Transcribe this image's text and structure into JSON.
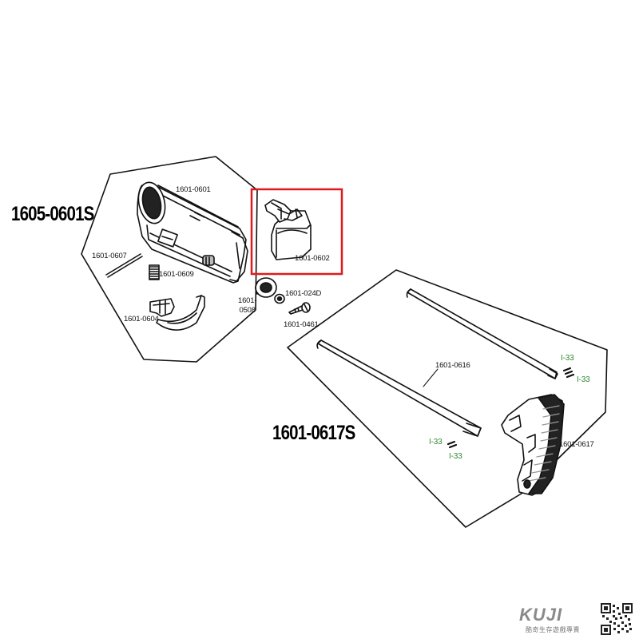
{
  "assemblies": {
    "buffer_tube_assembly": "1605-0601S",
    "stock_assembly": "1601-0617S"
  },
  "parts": {
    "p0601": "1601-0601",
    "p0602": "1601-0602",
    "p0607": "1601-0607",
    "p0609": "1601-0609",
    "p0604": "1601-0604",
    "p0508_top": "1601-",
    "p0508_bottom": "0508",
    "p024d": "1601-024D",
    "p0461": "1601-0461",
    "p0616": "1601-0616",
    "p0617": "1601-0617"
  },
  "pin_labels": [
    "I-33",
    "I-33",
    "I-33",
    "I-33"
  ],
  "highlight": {
    "color": "#e0191d",
    "part": "1601-0602"
  },
  "pin_label_color": "#2f8a2f",
  "watermark": {
    "logo": "KUJI",
    "tagline": "酷奇生存遊戲專賣"
  }
}
